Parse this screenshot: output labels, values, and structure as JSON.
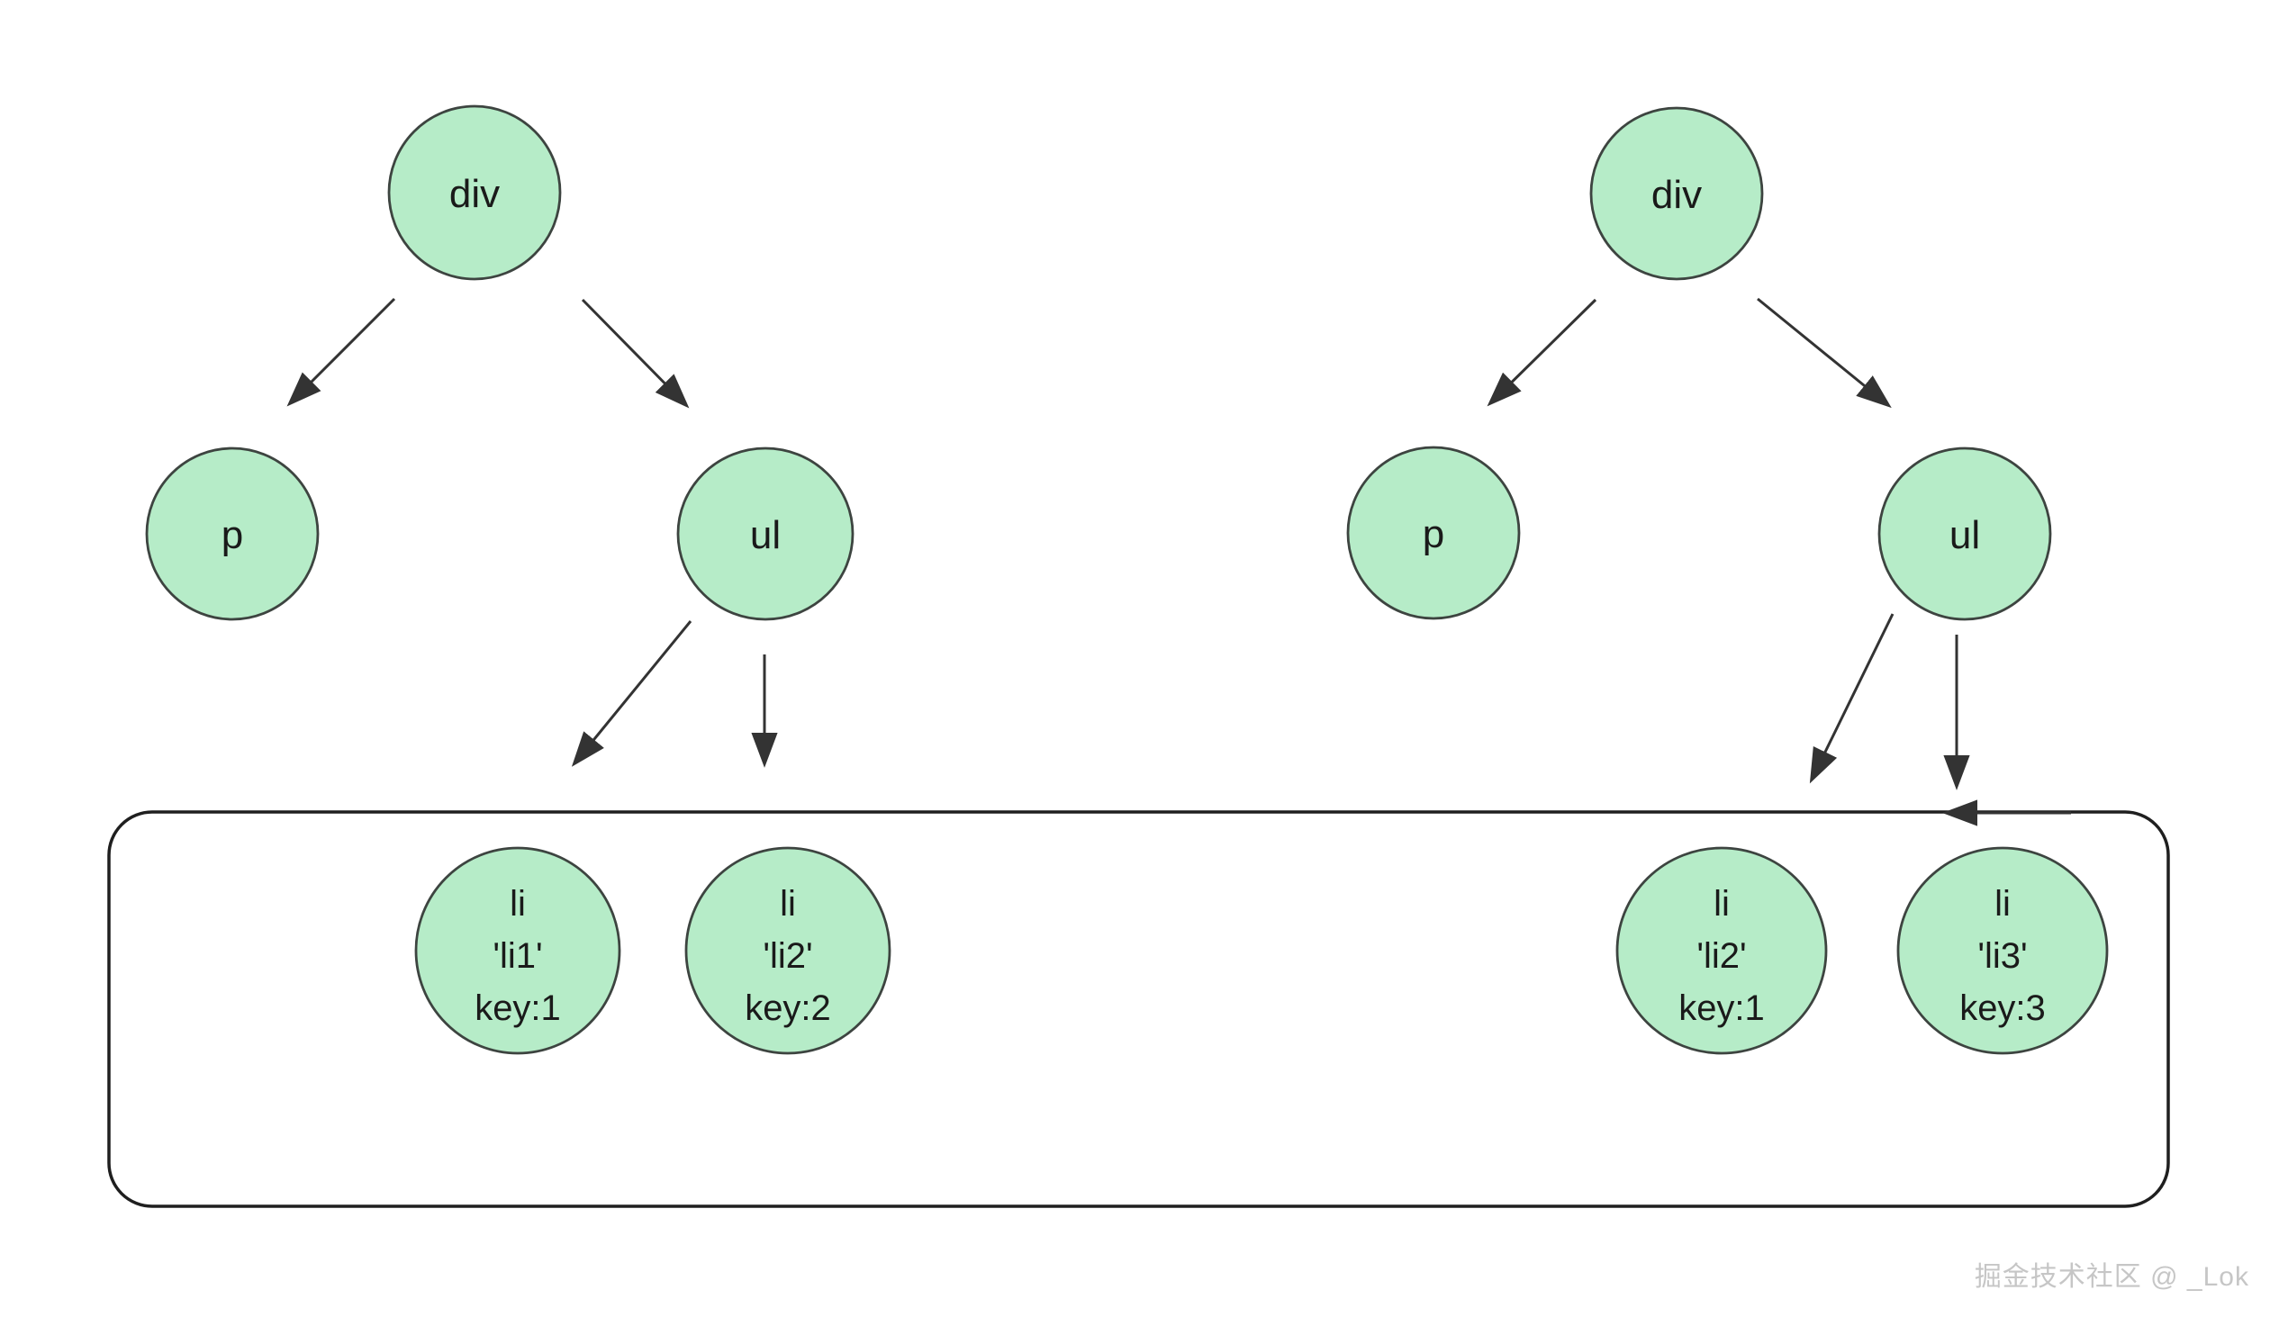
{
  "colors": {
    "background": "#ffffff",
    "node_fill": "#b6ecc8",
    "node_stroke": "#3d4440",
    "arrow": "#333333",
    "box_stroke": "#1f1f1f",
    "text": "#1a1a1a",
    "watermark_fill": "#c6c6c6",
    "watermark_shadow": "#ffffff"
  },
  "old_tree": {
    "div": {
      "label": "div"
    },
    "p": {
      "label": "p"
    },
    "ul": {
      "label": "ul"
    },
    "li1": {
      "tag": "li",
      "content": "'li1'",
      "key": "key:1"
    },
    "li2": {
      "tag": "li",
      "content": "'li2'",
      "key": "key:2"
    }
  },
  "new_tree": {
    "div": {
      "label": "div"
    },
    "p": {
      "label": "p"
    },
    "ul": {
      "label": "ul"
    },
    "li1": {
      "tag": "li",
      "content": "'li2'",
      "key": "key:1"
    },
    "li2": {
      "tag": "li",
      "content": "'li3'",
      "key": "key:3"
    }
  },
  "watermark": {
    "text": "掘金技术社区 @ _Lok"
  }
}
